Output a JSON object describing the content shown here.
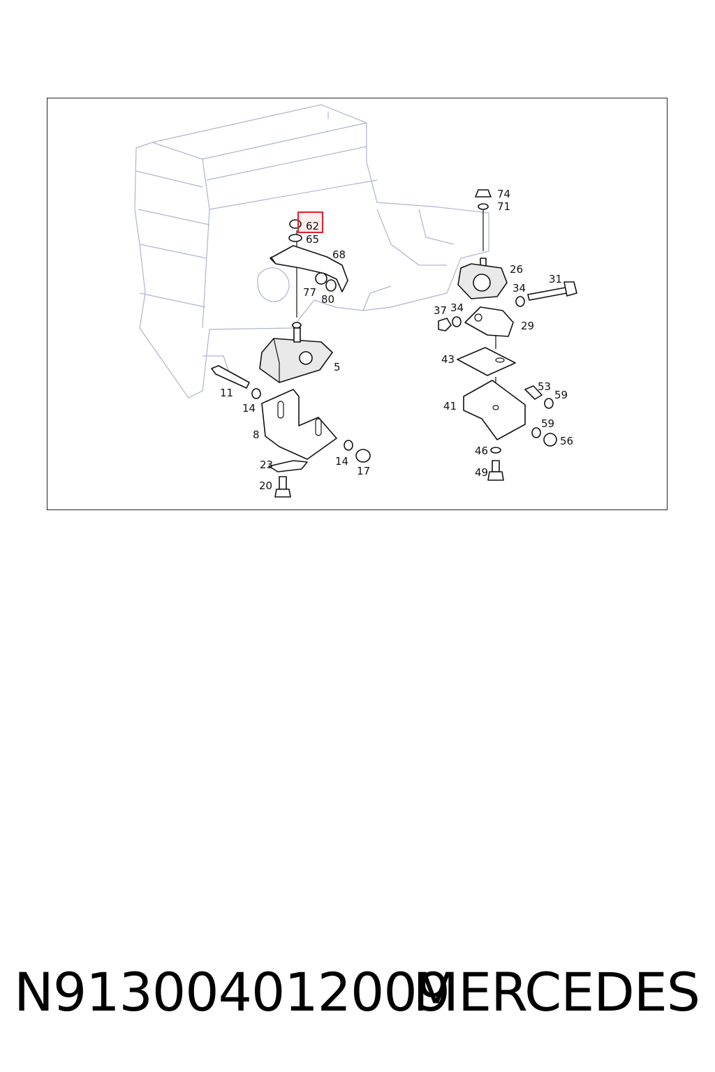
{
  "diagram": {
    "highlight_color": "#e0202a",
    "ghost_color": "#aeb4cf",
    "callouts": {
      "c62": "62",
      "c65": "65",
      "c68": "68",
      "c77": "77",
      "c80": "80",
      "c5": "5",
      "c11": "11",
      "c14a": "14",
      "c8": "8",
      "c14b": "14",
      "c17": "17",
      "c23": "23",
      "c20": "20",
      "c74": "74",
      "c71": "71",
      "c26": "26",
      "c31": "31",
      "c34a": "34",
      "c37": "37",
      "c34b": "34",
      "c29": "29",
      "c43": "43",
      "c53": "53",
      "c59a": "59",
      "c41": "41",
      "c59b": "59",
      "c56": "56",
      "c46": "46",
      "c49": "49"
    }
  },
  "footer": {
    "part_number": "N913004012009",
    "brand": "MERCEDES"
  }
}
